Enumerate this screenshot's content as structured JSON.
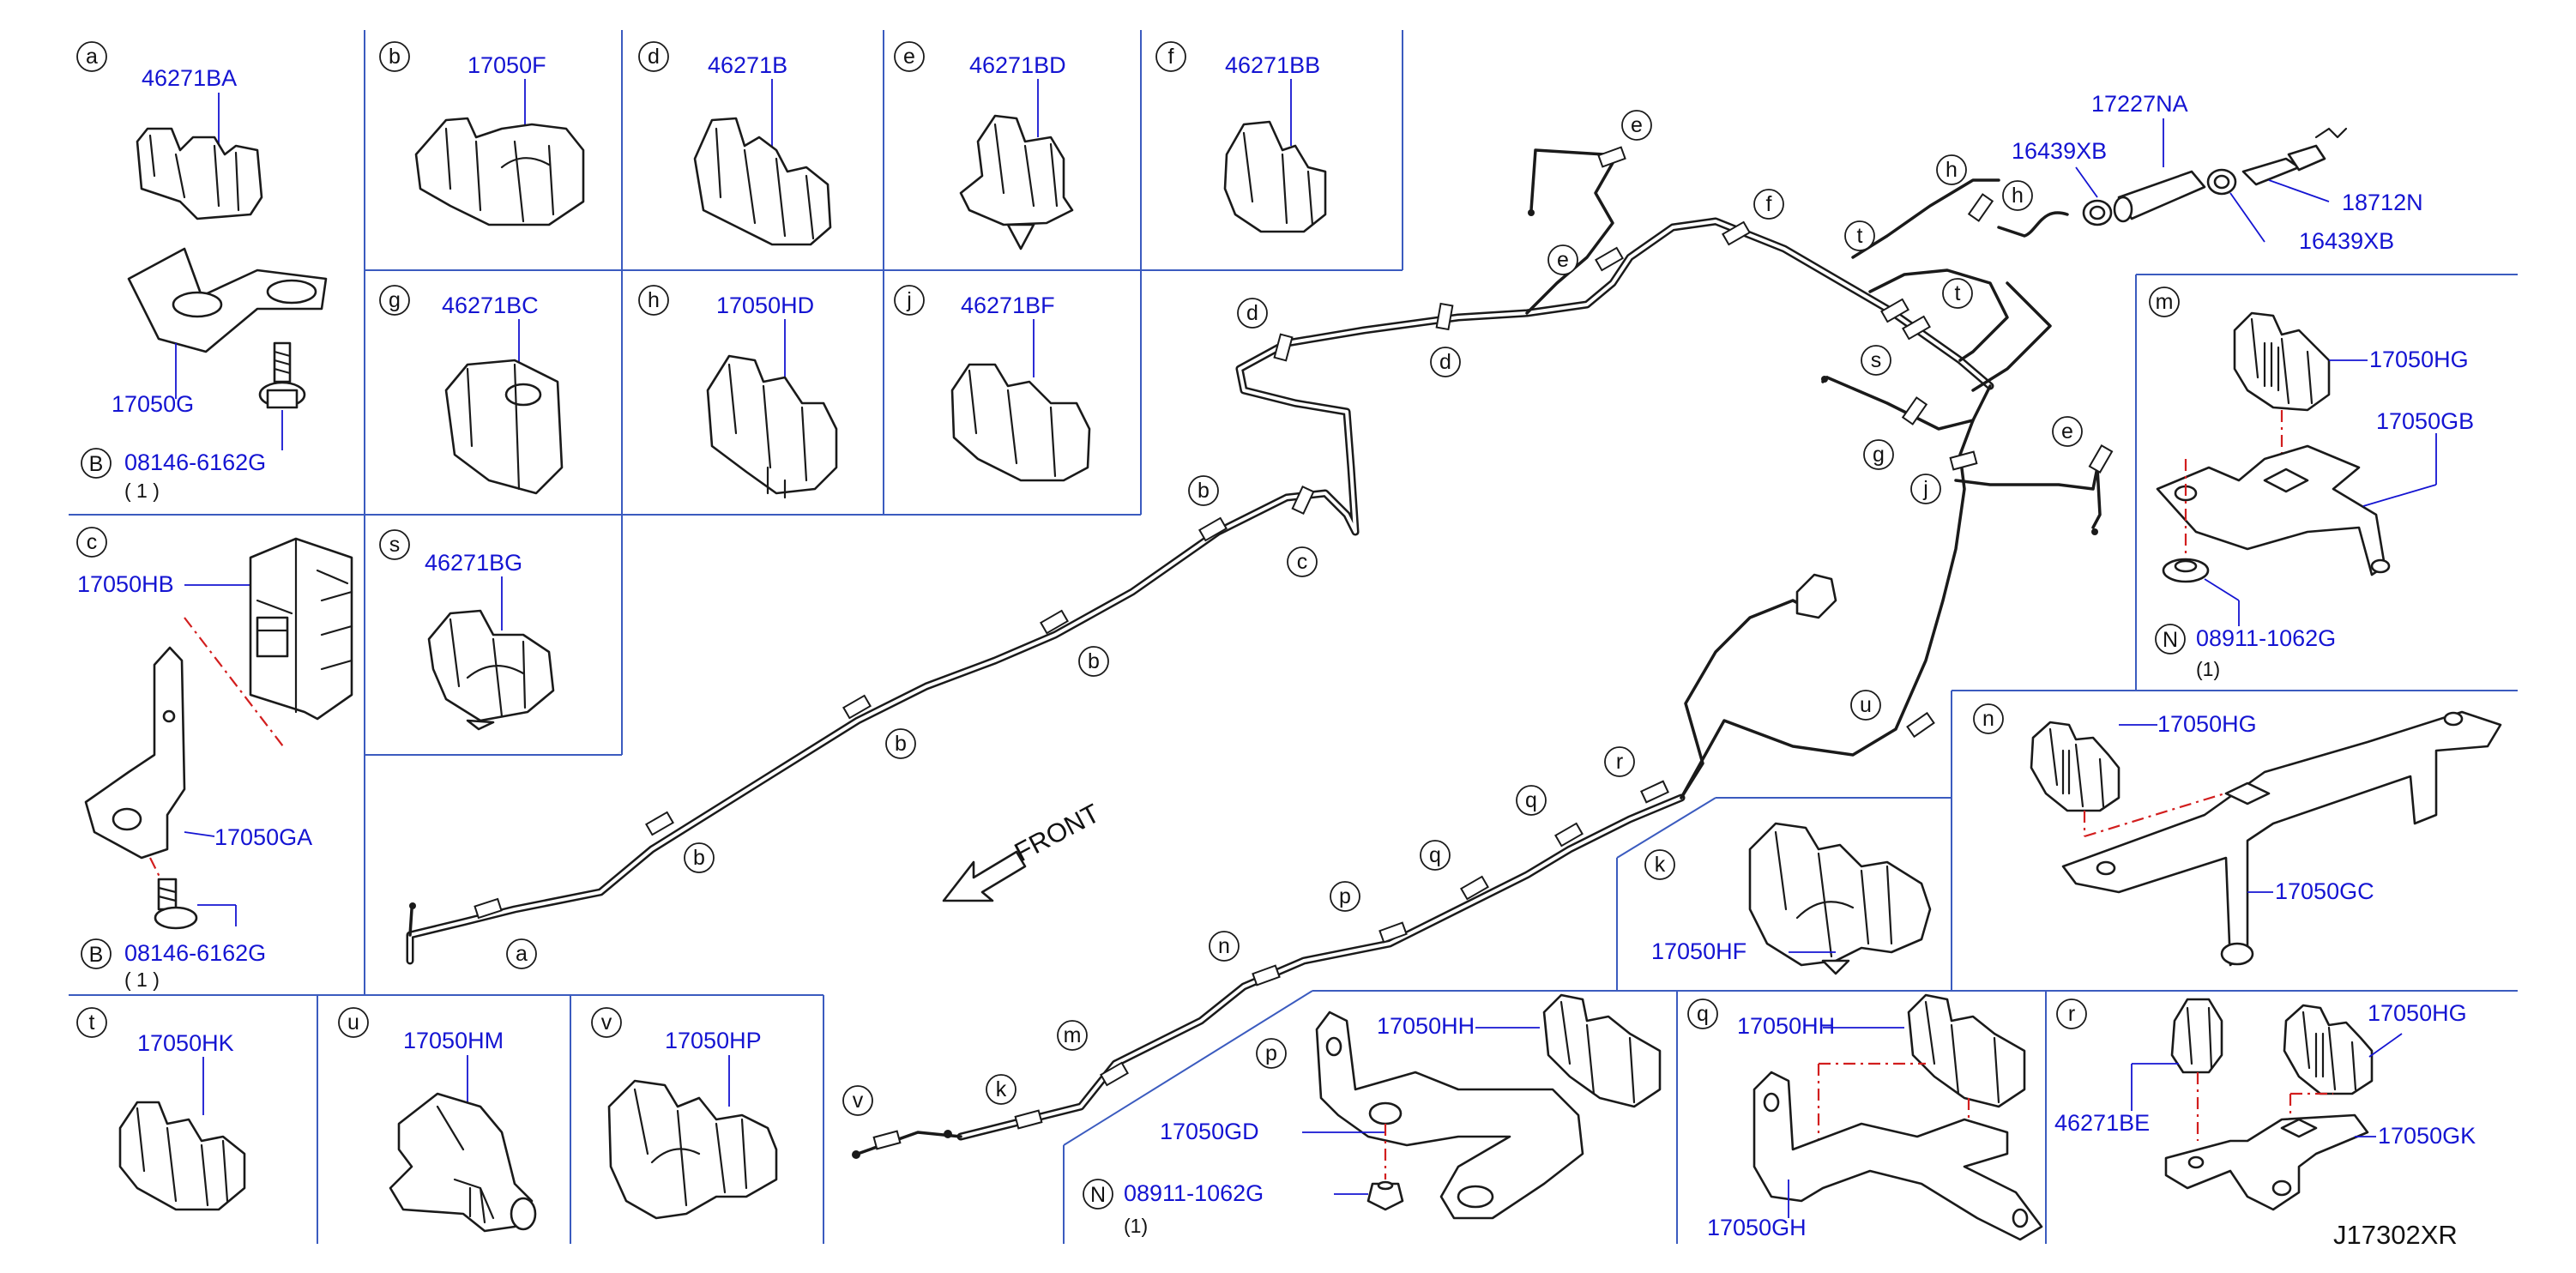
{
  "diagram_code": "J17302XR",
  "front_label": "FRONT",
  "panels": {
    "a": {
      "letter": "a",
      "clip": "46271BA",
      "bracket": "17050G",
      "bolt_symbol": "B",
      "bolt": "08146-6162G",
      "qty": "( 1 )"
    },
    "b": {
      "letter": "b",
      "part": "17050F"
    },
    "c": {
      "letter": "c",
      "clip": "17050HB",
      "bracket": "17050GA",
      "bolt_symbol": "B",
      "bolt": "08146-6162G",
      "qty": "( 1 )"
    },
    "d": {
      "letter": "d",
      "part": "46271B"
    },
    "e": {
      "letter": "e",
      "part": "46271BD"
    },
    "f": {
      "letter": "f",
      "part": "46271BB"
    },
    "g": {
      "letter": "g",
      "part": "46271BC"
    },
    "h": {
      "letter": "h",
      "part": "17050HD"
    },
    "j": {
      "letter": "j",
      "part": "46271BF"
    },
    "s": {
      "letter": "s",
      "part": "46271BG"
    },
    "m": {
      "letter": "m",
      "clip": "17050HG",
      "bracket": "17050GB",
      "nut_symbol": "N",
      "nut": "08911-1062G",
      "qty": "(1)"
    },
    "n": {
      "letter": "n",
      "clip": "17050HG",
      "bracket": "17050GC"
    },
    "k": {
      "letter": "k",
      "part": "17050HF"
    },
    "t": {
      "letter": "t",
      "part": "17050HK"
    },
    "u": {
      "letter": "u",
      "part": "17050HM"
    },
    "v": {
      "letter": "v",
      "part": "17050HP"
    },
    "p": {
      "letter": "p",
      "clip": "17050HH",
      "bracket": "17050GD",
      "nut_symbol": "N",
      "nut": "08911-1062G",
      "qty": "(1)"
    },
    "q": {
      "letter": "q",
      "clip": "17050HH",
      "bracket": "17050GH"
    },
    "r": {
      "letter": "r",
      "clip_left": "46271BE",
      "clip_right": "17050HG",
      "bracket": "17050GK"
    }
  },
  "fuel_connector": {
    "hose": "17227NA",
    "clamp_upper": "16439XB",
    "clamp_lower": "16439XB",
    "fitting": "18712N",
    "callouts": [
      "h",
      "h"
    ]
  },
  "route_callouts": [
    "a",
    "b",
    "b",
    "b",
    "b",
    "c",
    "d",
    "d",
    "e",
    "e",
    "e",
    "f",
    "g",
    "j",
    "s",
    "t",
    "t",
    "u",
    "r",
    "q",
    "q",
    "p",
    "n",
    "m",
    "k",
    "v"
  ]
}
